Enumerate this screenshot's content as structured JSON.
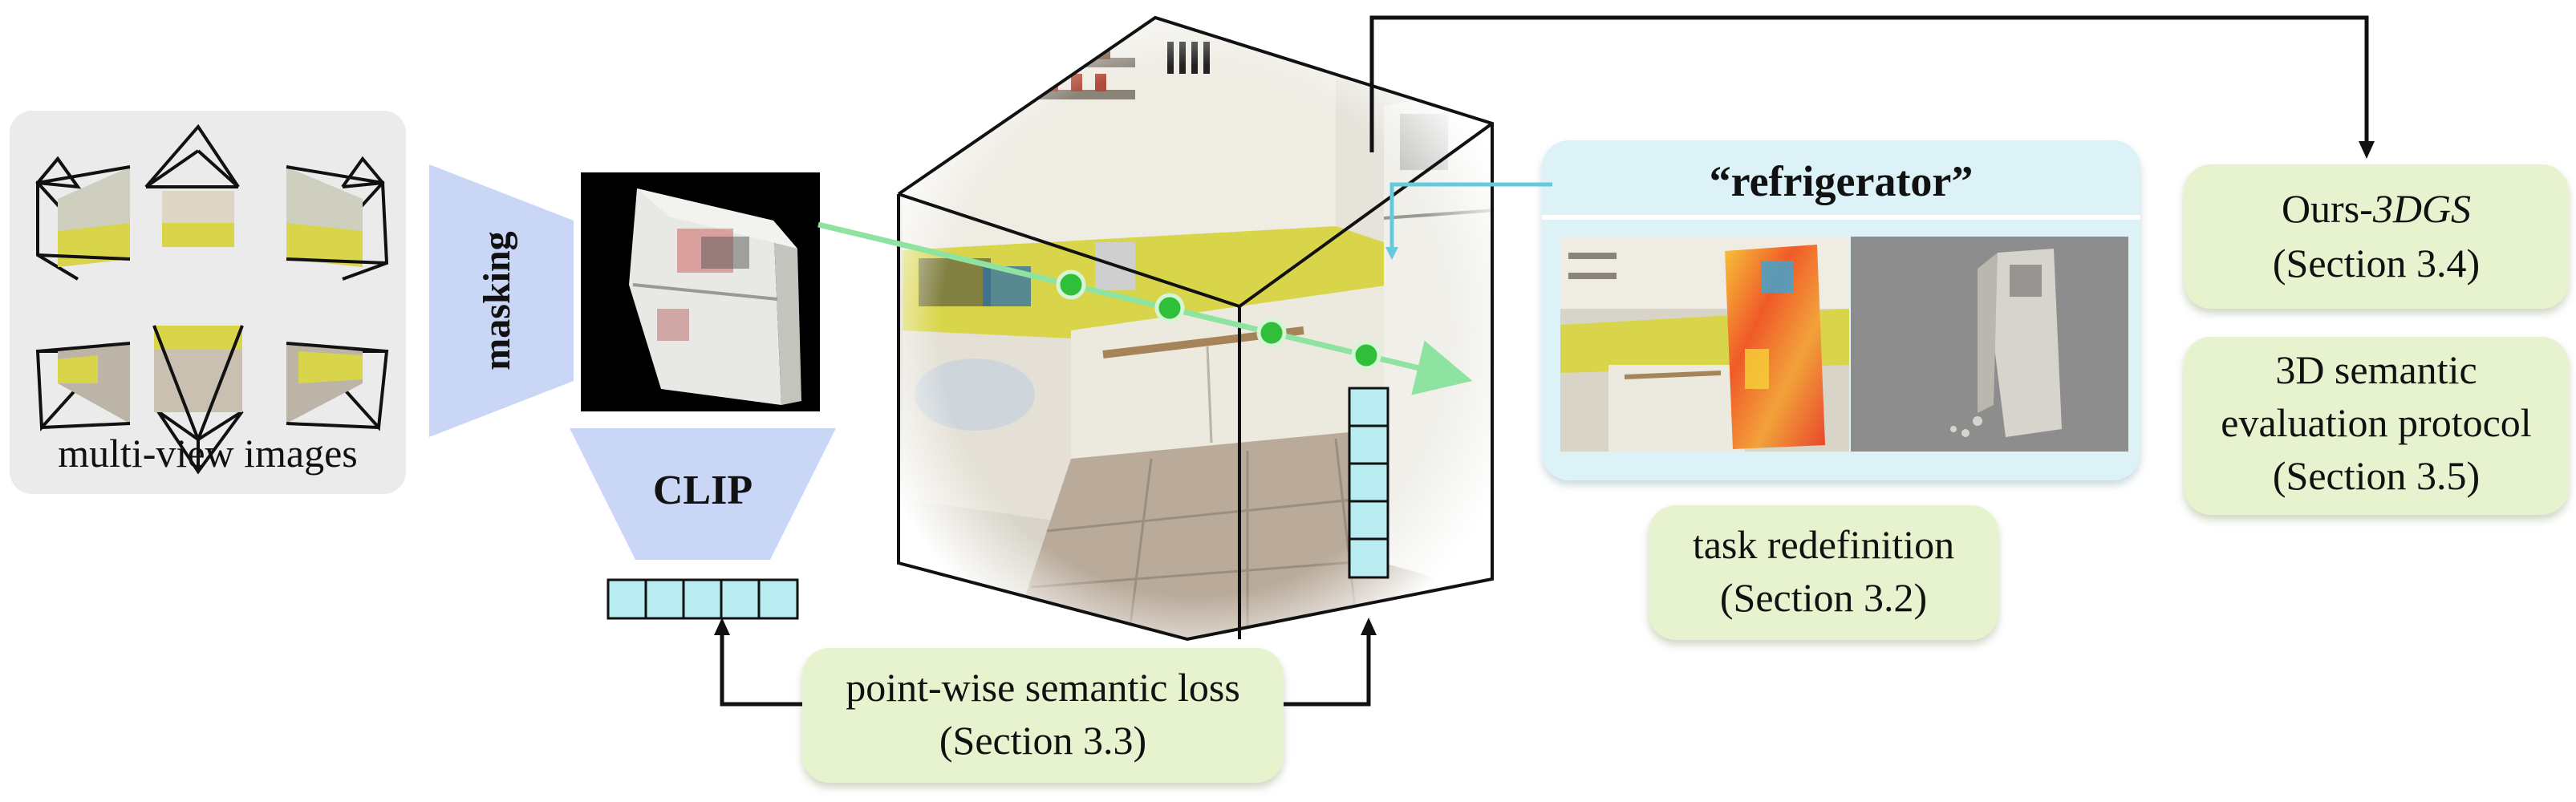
{
  "colors": {
    "panel_gray": "#ebebeb",
    "trapezoid_blue": "#c9d6f5",
    "green_box": "#e7f3cf",
    "cyan_cell": "#b9ecf0",
    "cyan_panel": "#ddf2f7",
    "ray_green": "#8fe3a0",
    "node_green": "#2fbf3a",
    "kitchen_yellow": "#d9d54a",
    "cabinet_white": "#e9e6dc",
    "tile_floor": "#b9aa9a"
  },
  "inputs": {
    "label": "multi-view images"
  },
  "masking": {
    "label": "masking"
  },
  "clip": {
    "label": "CLIP"
  },
  "query": {
    "label": "“refrigerator”"
  },
  "boxes": {
    "loss_line1": "point-wise semantic loss",
    "loss_line2": "(Section 3.3)",
    "task_line1": "task redefinition",
    "task_line2": "(Section 3.2)",
    "ours_prefix": "Ours-",
    "ours_italic": "3DGS",
    "ours_line2": "(Section 3.4)",
    "eval_line1": "3D semantic",
    "eval_line2": "evaluation protocol",
    "eval_line3": "(Section 3.5)"
  },
  "icons": [
    "camera-frustum-icon",
    "refrigerator-photo-icon",
    "kitchen-scene-icon",
    "heatmap-icon",
    "feature-vector-icon",
    "arrow-icon"
  ]
}
